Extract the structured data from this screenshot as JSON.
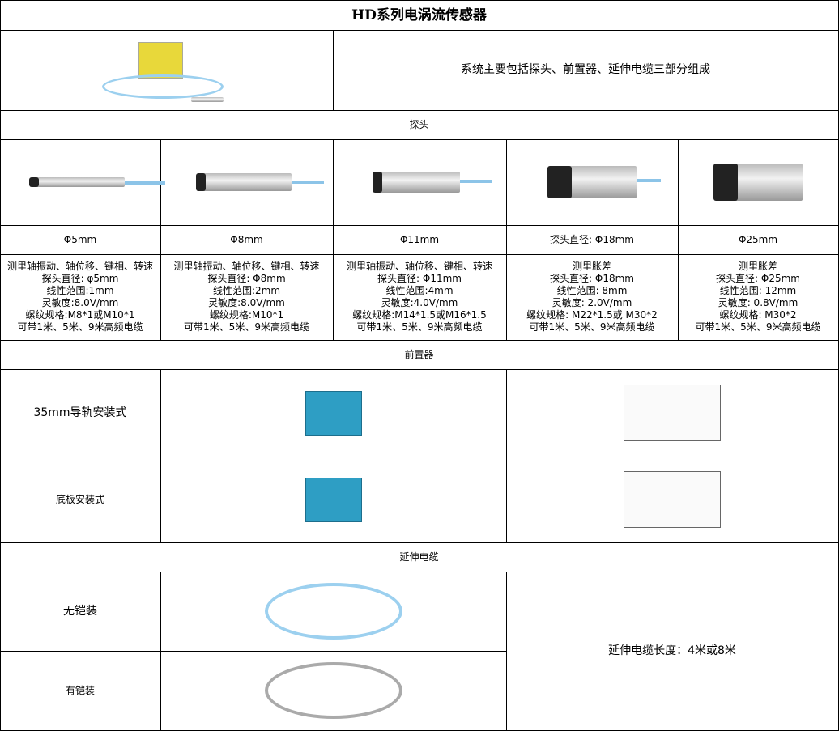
{
  "title": "HD系列电涡流传感器",
  "intro": "系统主要包括探头、前置器、延伸电缆三部分组成",
  "sections": {
    "probe": "探头",
    "preamp": "前置器",
    "cable": "延伸电缆"
  },
  "probes": [
    {
      "size": "Φ5mm",
      "lines": [
        "测里轴振动、轴位移、键相、转速",
        "探头直径: φ5mm",
        "线性范围:1mm",
        "灵敏度:8.0V/mm",
        "螺纹规格:M8*1或M10*1",
        "可带1米、5米、9米高频电缆"
      ]
    },
    {
      "size": "Φ8mm",
      "lines": [
        "测里轴振动、轴位移、键相、转速",
        "探头直径: Φ8mm",
        "线性范围:2mm",
        "灵敏度:8.0V/mm",
        "螺纹规格:M10*1",
        "可带1米、5米、9米高频电缆"
      ]
    },
    {
      "size": "Φ11mm",
      "lines": [
        "测里轴振动、轴位移、键相、转速",
        "探头直径: Φ11mm",
        "线性范围:4mm",
        "灵敏度:4.0V/mm",
        "螺纹规格:M14*1.5或M16*1.5",
        "可带1米、5米、9米高频电缆"
      ]
    },
    {
      "size": "探头直径: Φ18mm",
      "lines": [
        "测里胀差",
        "探头直径: Φ18mm",
        "线性范围: 8mm",
        "灵敏度: 2.0V/mm",
        "螺纹规格: M22*1.5或 M30*2",
        "可带1米、5米、9米高频电缆"
      ]
    },
    {
      "size": "Φ25mm",
      "lines": [
        "测里胀差",
        "探头直径: Φ25mm",
        "线性范围: 12mm",
        "灵敏度: 0.8V/mm",
        "螺纹规格: M30*2",
        "可带1米、5米、9米高频电缆"
      ]
    }
  ],
  "preamps": [
    "35mm导轨安装式",
    "底板安装式"
  ],
  "cables": [
    "无铠装",
    "有铠装"
  ],
  "cable_length": "延伸电缆长度：4米或8米"
}
